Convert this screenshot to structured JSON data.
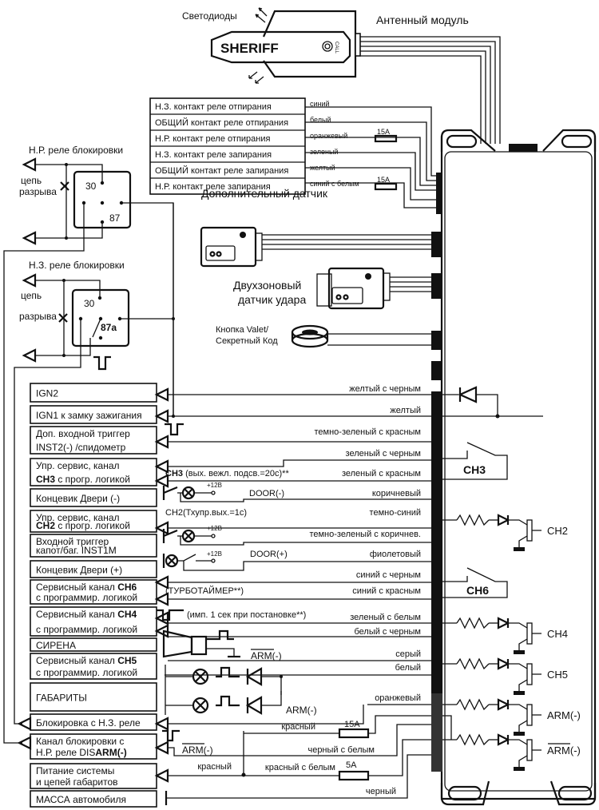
{
  "title_labels": {
    "leds": "Светодиоды",
    "antenna_module": "Антенный модуль",
    "brand": "SHERIFF",
    "call": "CALL"
  },
  "relay_contacts": [
    {
      "label": "Н.З. контакт реле отпирания",
      "wire": "синий",
      "fuse": ""
    },
    {
      "label": "ОБЩИЙ контакт реле отпирания",
      "wire": "белый",
      "fuse": ""
    },
    {
      "label": "Н.Р. контакт реле отпирания",
      "wire": "оранжевый",
      "fuse": "15А"
    },
    {
      "label": "Н.З. контакт реле запирания",
      "wire": "зеленый",
      "fuse": ""
    },
    {
      "label": "ОБЩИЙ контакт реле запирания",
      "wire": "желтый",
      "fuse": ""
    },
    {
      "label": "Н.Р. контакт реле запирания",
      "wire": "синий с белым",
      "fuse": "15А"
    }
  ],
  "relays": {
    "no_title": "Н.Р. реле блокировки",
    "nc_title": "Н.З. реле блокировки",
    "break_line1": "цепь",
    "break_line2": "разрыва",
    "pin30": "30",
    "pin87": "87",
    "pin87a": "87а"
  },
  "sensors": {
    "extra": "Дополнительный датчик",
    "shock_line1": "Двухзоновый",
    "shock_line2": "датчик удара",
    "valet_line1": "Кнопка Valet/",
    "valet_line2": "Секретный Код"
  },
  "terminals": [
    {
      "l1": "IGN2",
      "l2": ""
    },
    {
      "l1": "IGN1  к замку зажигания",
      "l2": ""
    },
    {
      "l1": "Доп. входной триггер",
      "l2": "INST2(-) /спидометр"
    },
    {
      "l1": "Упр. сервис, канал",
      "l2b": "СН3",
      "l2": " с прогр. логикой"
    },
    {
      "l1": "Концевик Двери (-)",
      "l2": ""
    },
    {
      "l1": "Упр. сервис, канал",
      "l2b": "СН2",
      "l2": " с прогр. логикой"
    },
    {
      "l1": "Входной триггер",
      "l2": "капот/баг. INST1M"
    },
    {
      "l1": "Концевик Двери (+)",
      "l2": ""
    },
    {
      "l1": "Сервисный канал ",
      "l1b": "СН6",
      "l2": "с программир. логикой"
    },
    {
      "l1": "Сервисный канал ",
      "l1b": "СН4",
      "l2": "с программир. логикой"
    },
    {
      "l1": "СИРЕНА",
      "l2": ""
    },
    {
      "l1": "Сервисный канал ",
      "l1b": "СН5",
      "l2": "с программир. логикой"
    },
    {
      "l1": "ГАБАРИТЫ",
      "l2": ""
    },
    {
      "l1": "Блокировка с Н.З. реле",
      "l2": ""
    },
    {
      "l1": "Канал блокировки с",
      "l2": "Н.Р. реле  DIS",
      "l2b": "ARM(-)"
    },
    {
      "l1": "Питание системы",
      "l2": "и цепей габаритов"
    },
    {
      "l1": "МАССА  автомобиля",
      "l2": ""
    }
  ],
  "wires": {
    "ign2": "желтый с черным",
    "ign1": "желтый",
    "inst2": "темно-зеленый с красным",
    "ch3a": "зеленый с черным",
    "ch3b": "зеленый с красным",
    "door_neg": "коричневый",
    "ch2": "темно-синий",
    "inst1m": "темно-зеленый с коричнев.",
    "door_pos": "фиолетовый",
    "ch6a": "синий с черным",
    "ch6b": "синий с красным",
    "ch4": "зеленый с белым",
    "siren": "белый с черным",
    "ch5": "серый",
    "park1": "белый",
    "park2": "оранжевый",
    "nc_block": "красный",
    "no_block": "черный с белым",
    "power_left": "красный",
    "power": "красный с белым",
    "ground": "черный"
  },
  "annotations": {
    "ch3_note_b": "СН3",
    "ch3_note": " (вых. вежл. подсв.=20с)**",
    "ch2_note": "CH2(Тхупр.вых.=1с)",
    "door_neg": "DOOR(-)",
    "door_pos": "DOOR(+)",
    "plus12": "+12В",
    "turbo": "(ТУРБОТАЙМЕР**)",
    "ch4_note": "(имп. 1 сек при постановке**)",
    "arm_neg": "ARM(-)",
    "arm_bar": "ARM",
    "arm_bar_suffix": "(-)",
    "fuse15": "15А",
    "fuse5": "5А"
  },
  "unit_labels": {
    "ch3": "СН3",
    "ch2": "CH2",
    "ch6": "CH6",
    "ch4": "CH4",
    "ch5": "CH5",
    "arm": "ARM(-)",
    "arm_bar": "ARM",
    "arm_bar_suffix": "(-)"
  }
}
